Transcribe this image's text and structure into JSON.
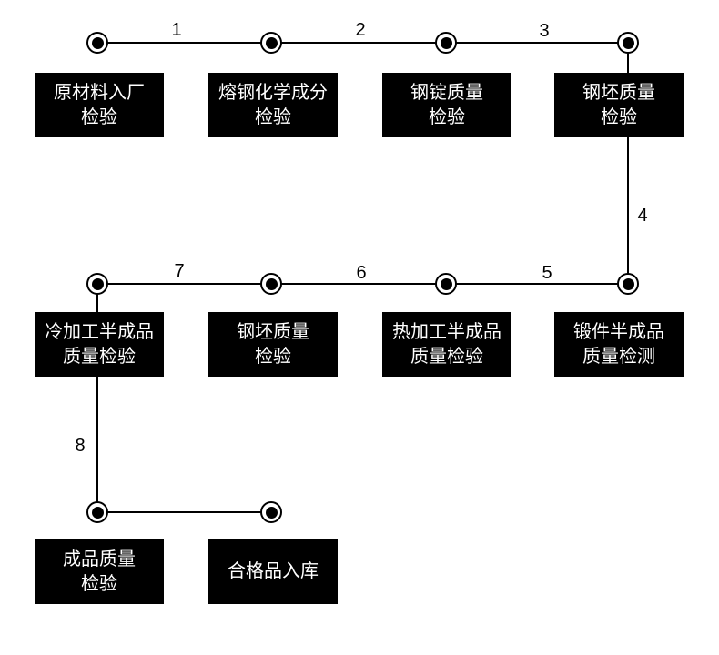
{
  "diagram_type": "process-flowchart",
  "colors": {
    "background": "#ffffff",
    "box_background": "#000000",
    "box_text": "#ffffff",
    "line": "#000000",
    "edge_label_text": "#000000"
  },
  "boxes": [
    {
      "label": "原材料入厂\n检验"
    },
    {
      "label": "熔钢化学成分\n检验"
    },
    {
      "label": "钢锭质量\n检验"
    },
    {
      "label": "钢坯质量\n检验"
    },
    {
      "label": "冷加工半成品\n质量检验"
    },
    {
      "label": "钢坯质量\n检验"
    },
    {
      "label": "热加工半成品\n质量检验"
    },
    {
      "label": "锻件半成品\n质量检测"
    },
    {
      "label": "成品质量\n检验"
    },
    {
      "label": "合格品入库"
    }
  ],
  "edge_labels": [
    "1",
    "2",
    "3",
    "4",
    "5",
    "6",
    "7",
    "8"
  ]
}
